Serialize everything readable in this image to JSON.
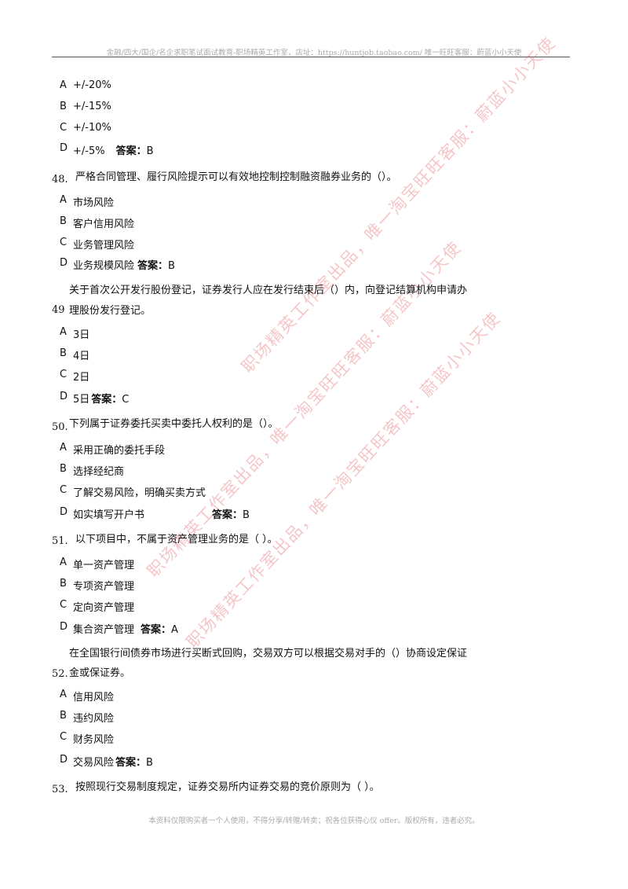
{
  "header": "金融/四大/国企/名企求职笔试面试教育-职场精英工作室，店址：https://huntjob.taobao.com/ 唯一旺旺客服：蔚蓝小小天使",
  "footer": "本资料仅限购买者一个人使用，不得分享/转赠/转卖；祝各位获得心仪 offer。版权所有，违者必究。",
  "watermark": "职场精英工作室出品，唯一淘宝旺旺客服：蔚蓝小小天使",
  "answer_label": "答案：",
  "q47": {
    "options": [
      {
        "k": "A",
        "t": "+/-20%"
      },
      {
        "k": "B",
        "t": "+/-15%"
      },
      {
        "k": "C",
        "t": "+/-10%"
      },
      {
        "k": "D",
        "t": "+/-5%"
      }
    ],
    "answer": "B"
  },
  "q48": {
    "num": "48.",
    "text": "严格合同管理、履行风险提示可以有效地控制控制融资融券业务的（）。",
    "options": [
      {
        "k": "A",
        "t": "市场风险"
      },
      {
        "k": "B",
        "t": "客户信用风险"
      },
      {
        "k": "C",
        "t": "业务管理风险"
      },
      {
        "k": "D",
        "t": "业务规模风险"
      }
    ],
    "answer": "B"
  },
  "q49": {
    "num": "49",
    "text1": "关于首次公开发行股份登记，证券发行人应在发行结束后（）内，向登记结算机构申请办",
    "text2": "理股份发行登记。",
    "options": [
      {
        "k": "A",
        "t": "3日"
      },
      {
        "k": "B",
        "t": "4日"
      },
      {
        "k": "C",
        "t": "2日"
      },
      {
        "k": "D",
        "t": "5日"
      }
    ],
    "answer": "C"
  },
  "q50": {
    "num": "50.",
    "text": "下列属于证券委托买卖中委托人权利的是（）。",
    "options": [
      {
        "k": "A",
        "t": "采用正确的委托手段"
      },
      {
        "k": "B",
        "t": "选择经纪商"
      },
      {
        "k": "C",
        "t": "了解交易风险，明确买卖方式"
      },
      {
        "k": "D",
        "t": "如实填写开户书"
      }
    ],
    "answer": "B"
  },
  "q51": {
    "num": "51.",
    "text": "以下项目中，不属于资产管理业务的是（ ）。",
    "options": [
      {
        "k": "A",
        "t": "单一资产管理"
      },
      {
        "k": "B",
        "t": "专项资产管理"
      },
      {
        "k": "C",
        "t": "定向资产管理"
      },
      {
        "k": "D",
        "t": "集合资产管理"
      }
    ],
    "answer": "A"
  },
  "q52": {
    "num": "52.",
    "text1": "在全国银行间债券市场进行买断式回购，交易双方可以根据交易对手的（）协商设定保证",
    "text2": "金或保证券。",
    "options": [
      {
        "k": "A",
        "t": "信用风险"
      },
      {
        "k": "B",
        "t": "违约风险"
      },
      {
        "k": "C",
        "t": "财务风险"
      },
      {
        "k": "D",
        "t": "交易风险"
      }
    ],
    "answer": "B"
  },
  "q53": {
    "num": "53.",
    "text": "按照现行交易制度规定，证券交易所内证券交易的竞价原则为（ ）。"
  }
}
